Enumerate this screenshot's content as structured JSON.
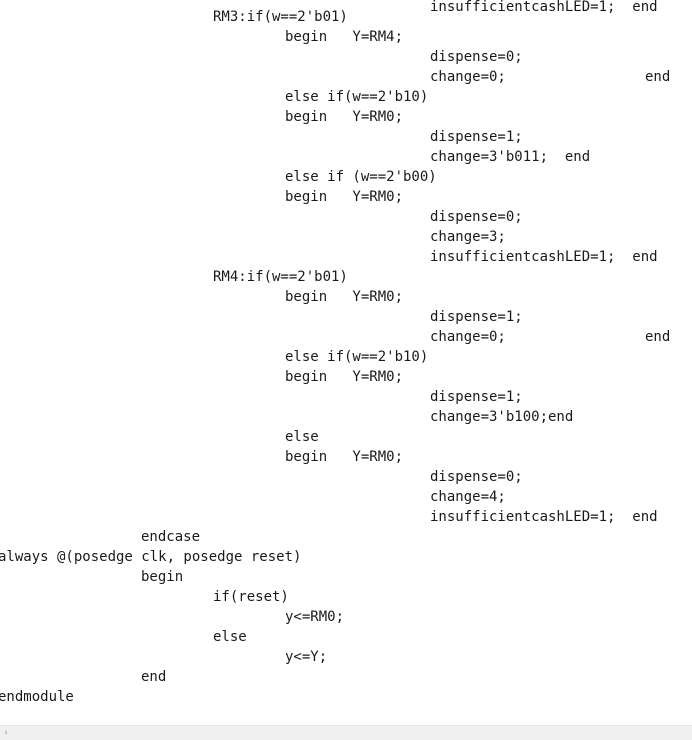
{
  "code_lines": [
    "insufficientcashLED=1;  end",
    "RM3:if(w==2'b01)",
    "begin   Y=RM4;",
    "dispense=0;",
    "change=0;",
    "end",
    "else if(w==2'b10)",
    "begin   Y=RM0;",
    "dispense=1;",
    "change=3'b011;  end",
    "else if (w==2'b00)",
    "begin   Y=RM0;",
    "dispense=0;",
    "change=3;",
    "insufficientcashLED=1;  end",
    "RM4:if(w==2'b01)",
    "begin   Y=RM0;",
    "dispense=1;",
    "change=0;",
    "end",
    "else if(w==2'b10)",
    "begin   Y=RM0;",
    "dispense=1;",
    "change=3'b100;end",
    "else",
    "begin   Y=RM0;",
    "dispense=0;",
    "change=4;",
    "insufficientcashLED=1;  end",
    "endcase",
    "always @(posedge clk, posedge reset)",
    "begin",
    "if(reset)",
    "y<=RM0;",
    "else",
    "y<=Y;",
    "end",
    "endmodule"
  ],
  "scrollbar": {
    "left_arrow": "‹"
  }
}
